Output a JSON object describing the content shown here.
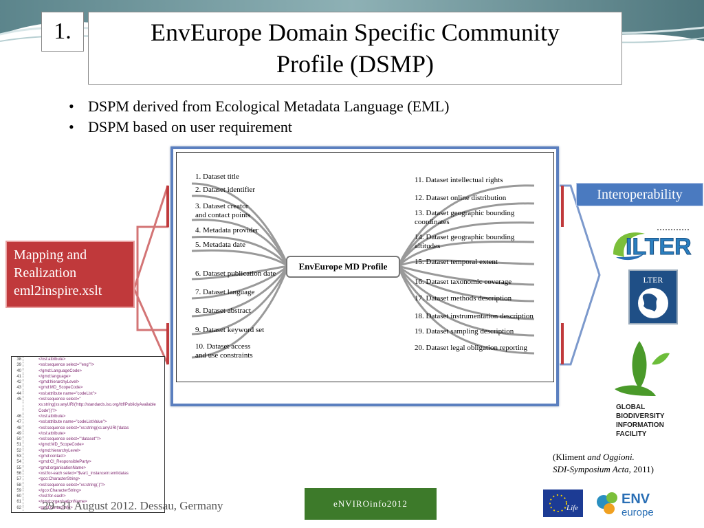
{
  "slide": {
    "number": "1.",
    "title_line1": "EnvEurope Domain Specific Community",
    "title_line2": "Profile (DSMP)"
  },
  "bullets": [
    "DSPM derived from Ecological Metadata Language (EML)",
    "DSPM based on user requirement"
  ],
  "mindmap": {
    "center": "EnvEurope MD Profile",
    "left": [
      "1. Dataset title",
      "2. Dataset identifier",
      "3. Dataset creator",
      "and contact points",
      "4. Metadata provider",
      "5. Metadata date",
      "6. Dataset publication date",
      "7. Dataset language",
      "8. Dataset abstract",
      "9. Dataset keyword set",
      "10. Dataset access",
      "and use constraints"
    ],
    "right": [
      "11. Dataset intellectual rights",
      "12. Dataset online distribution",
      "13. Dataset geographic bounding",
      "coordinates",
      "14. Dataset geographic bounding",
      "altitudes",
      "15. Dataset temporal extent",
      "16. Dataset taxonomic coverage",
      "17. Dataset methods description",
      "18. Dataset instrumentation description",
      "19. Dataset sampling description",
      "20. Dataset legal obligation reporting"
    ]
  },
  "mapping_box": {
    "line1": "Mapping and",
    "line2": "Realization",
    "line3": "eml2inspire.xslt"
  },
  "interop_box": "Interoperability",
  "code_lines": [
    {
      "n": "38",
      "t": "</xsl:attribute>"
    },
    {
      "n": "39",
      "t": "<xsl:sequence select=\"'eng'\"/>"
    },
    {
      "n": "40",
      "t": "</gmd:LanguageCode>"
    },
    {
      "n": "41",
      "t": "</gmd:language>"
    },
    {
      "n": "42",
      "t": "<gmd:hierarchyLevel>"
    },
    {
      "n": "43",
      "t": "<gmd:MD_ScopeCode>"
    },
    {
      "n": "44",
      "t": "<xsl:attribute name=\"codeList\">"
    },
    {
      "n": "45",
      "t": "<xsl:sequence select=\""
    },
    {
      "n": "",
      "t": "xs:string(xs:anyURI('http://standards.iso.org/ittf/PubliclyAvailable"
    },
    {
      "n": "",
      "t": "Code'))\"/>"
    },
    {
      "n": "46",
      "t": "</xsl:attribute>"
    },
    {
      "n": "47",
      "t": "<xsl:attribute name=\"codeListValue\">"
    },
    {
      "n": "48",
      "t": "<xsl:sequence select=\"xs:string(xs:anyURI('datas"
    },
    {
      "n": "49",
      "t": "</xsl:attribute>"
    },
    {
      "n": "50",
      "t": "<xsl:sequence select=\"'dataset'\"/>"
    },
    {
      "n": "51",
      "t": "</gmd:MD_ScopeCode>"
    },
    {
      "n": "52",
      "t": "</gmd:hierarchyLevel>"
    },
    {
      "n": "53",
      "t": "<gmd:contact>"
    },
    {
      "n": "54",
      "t": "<gmd:CI_ResponsibleParty>"
    },
    {
      "n": "55",
      "t": "<gmd:organisationName>"
    },
    {
      "n": "56",
      "t": "<xsl:for-each select=\"$var1_instance/n:eml/datas"
    },
    {
      "n": "57",
      "t": "<gco:CharacterString>"
    },
    {
      "n": "58",
      "t": "<xsl:sequence select=\"xs:string(.)\"/>"
    },
    {
      "n": "59",
      "t": "</gco:CharacterString>"
    },
    {
      "n": "60",
      "t": "</xsl:for-each>"
    },
    {
      "n": "61",
      "t": "</gmd:organisationName>"
    },
    {
      "n": "62",
      "t": "<gmd:contactInfo>"
    }
  ],
  "citation": {
    "line1_a": "(Kliment ",
    "line1_b": "and Oggioni.",
    "line2_a": "SDI-Symposium Acta",
    "line2_b": ", 2011)"
  },
  "footer": "29–31 August 2012. Dessau, Germany",
  "logos": {
    "ilter": "ILTER",
    "lter": "LTER",
    "gbif": [
      "GLOBAL",
      "BIODIVERSITY",
      "INFORMATION",
      "FACILITY"
    ],
    "enviroinfo": "eNVIROinfo2012",
    "env": "ENV",
    "europe": "europe",
    "life": "Life"
  }
}
